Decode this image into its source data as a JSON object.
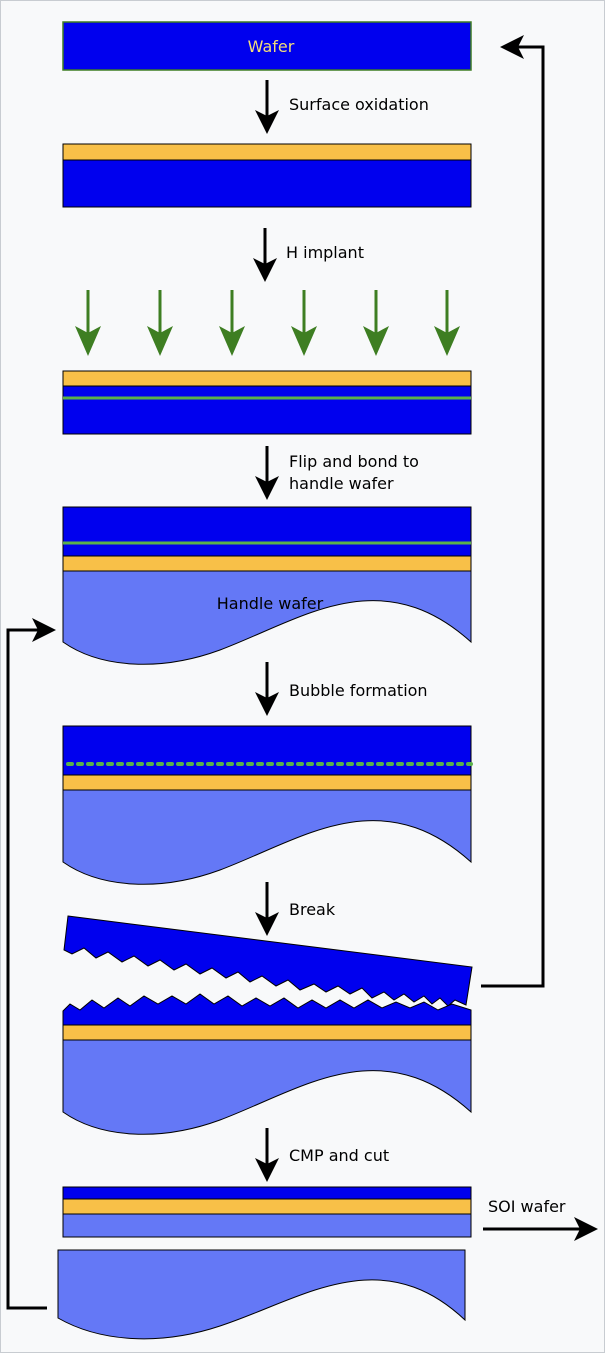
{
  "steps": {
    "wafer": "Wafer",
    "oxidation": "Surface oxidation",
    "implant": "H implant",
    "flip_line1": "Flip and bond to",
    "flip_line2": "handle wafer",
    "handle": "Handle wafer",
    "bubble": "Bubble formation",
    "break": "Break",
    "cmp": "CMP and cut",
    "soi": "SOI wafer"
  },
  "colors": {
    "silicon": "#0000ee",
    "oxide": "#f8c048",
    "implant_layer": "#5bb04a",
    "handle": "#6478f6",
    "arrow_green": "#3e7e22",
    "background": "#f8f9fa",
    "wafer_label": "#f2dd79"
  }
}
